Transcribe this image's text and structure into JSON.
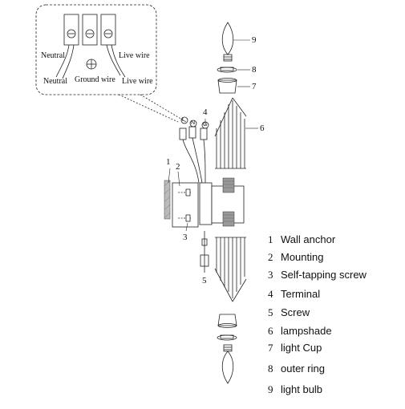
{
  "inset": {
    "label_neutral_top": "Neutral",
    "label_live_top": "Live wire",
    "label_neutral_bottom": "Neutral",
    "label_ground": "Ground wire",
    "label_live_bottom": "Live wire"
  },
  "terminal_letters": {
    "l": "L",
    "n": "N",
    "g": "G"
  },
  "callouts": {
    "c1": "1",
    "c2": "2",
    "c3": "3",
    "c4": "4",
    "c5": "5",
    "c6": "6",
    "c7": "7",
    "c8": "8",
    "c9": "9"
  },
  "legend": [
    {
      "num": "1",
      "text": "Wall anchor"
    },
    {
      "num": "2",
      "text": "Mounting"
    },
    {
      "num": "3",
      "text": "Self-tapping screw"
    },
    {
      "num": "4",
      "text": "Terminal"
    },
    {
      "num": "5",
      "text": "Screw"
    },
    {
      "num": "6",
      "text": "lampshade"
    },
    {
      "num": "7",
      "text": "light Cup"
    },
    {
      "num": "8",
      "text": "outer ring"
    },
    {
      "num": "9",
      "text": "light bulb"
    }
  ]
}
